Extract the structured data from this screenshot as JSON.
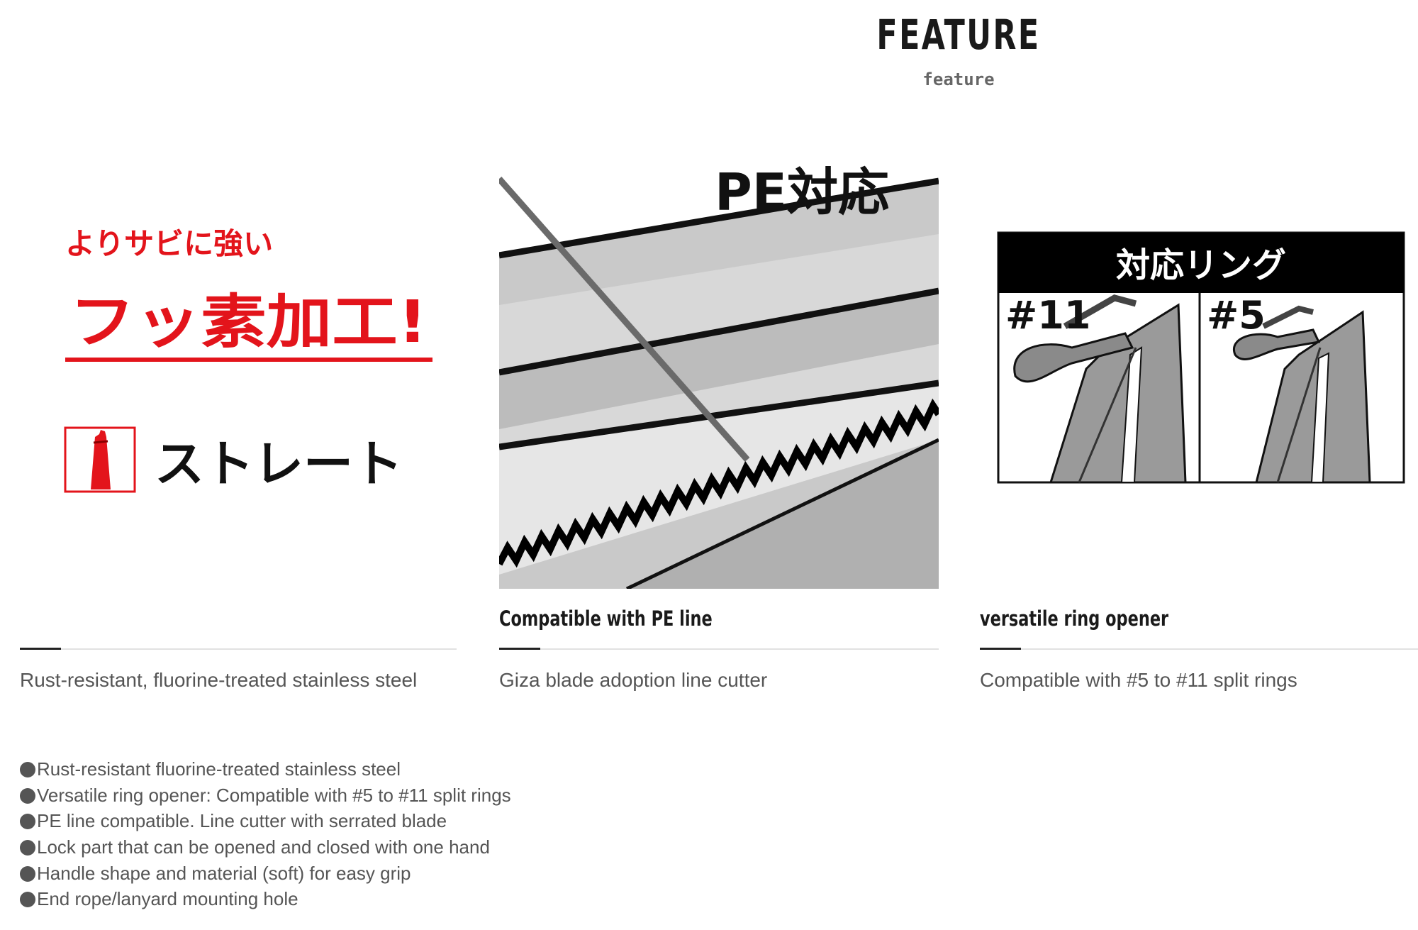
{
  "header": {
    "title": "FEATURE",
    "subtitle": "feature"
  },
  "cards": [
    {
      "caption": "",
      "description": "Rust-resistant, fluorine-treated stainless steel",
      "image": {
        "title_top": "よりサビに強い",
        "title_main": "フッ素加工!",
        "badge": "ストレート",
        "accent_color": "#e3141b"
      }
    },
    {
      "caption": "Compatible with PE line",
      "description": "Giza blade adoption line cutter",
      "image": {
        "title": "PE対応"
      }
    },
    {
      "caption": "versatile ring opener",
      "description": "Compatible with #5 to #11 split rings",
      "image": {
        "title": "対応リング",
        "label_left": "#11",
        "label_right": "#5"
      }
    }
  ],
  "features": [
    "Rust-resistant fluorine-treated stainless steel",
    "Versatile ring opener: Compatible with #5 to #11 split rings",
    "PE line compatible. Line cutter with serrated blade",
    "Lock part that can be opened and closed with one hand",
    "Handle shape and material (soft) for easy grip",
    "End rope/lanyard mounting hole"
  ],
  "colors": {
    "text_dark": "#1a1a1a",
    "text_muted": "#555555",
    "accent_red": "#e3141b",
    "rule_gray": "#e2e2e2"
  }
}
